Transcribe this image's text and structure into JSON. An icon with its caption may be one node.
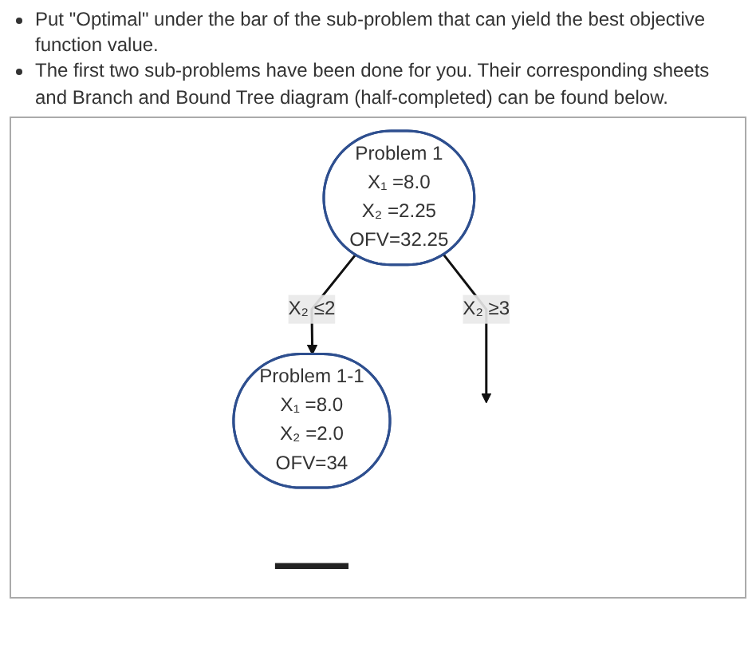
{
  "diagram": {
    "nodes": [
      {
        "text": [
          "Problem 1",
          "X₁ =8.0",
          "X₂ =2.25",
          "OFV=32.25"
        ]
      },
      {
        "text": [
          "Problem 1-1",
          "X₁ =8.0",
          "X₂ =2.0",
          "OFV=34"
        ]
      },
      {
        "text": [],
        "shape": "bar"
      }
    ],
    "edges": [
      {
        "from": 0,
        "to": 1,
        "arrow": "to",
        "label": "X₂ ≤2"
      },
      {
        "from": 0,
        "to": null,
        "arrow": "to",
        "label": "X₂ ≥3"
      }
    ],
    "labels": [
      "Put \"Optimal\" under the bar of the sub-problem that can yield the best objective function value.",
      "The first two sub-problems have been done for you. Their corresponding sheets and Branch and Bound Tree diagram (half-completed) can be found below."
    ]
  }
}
